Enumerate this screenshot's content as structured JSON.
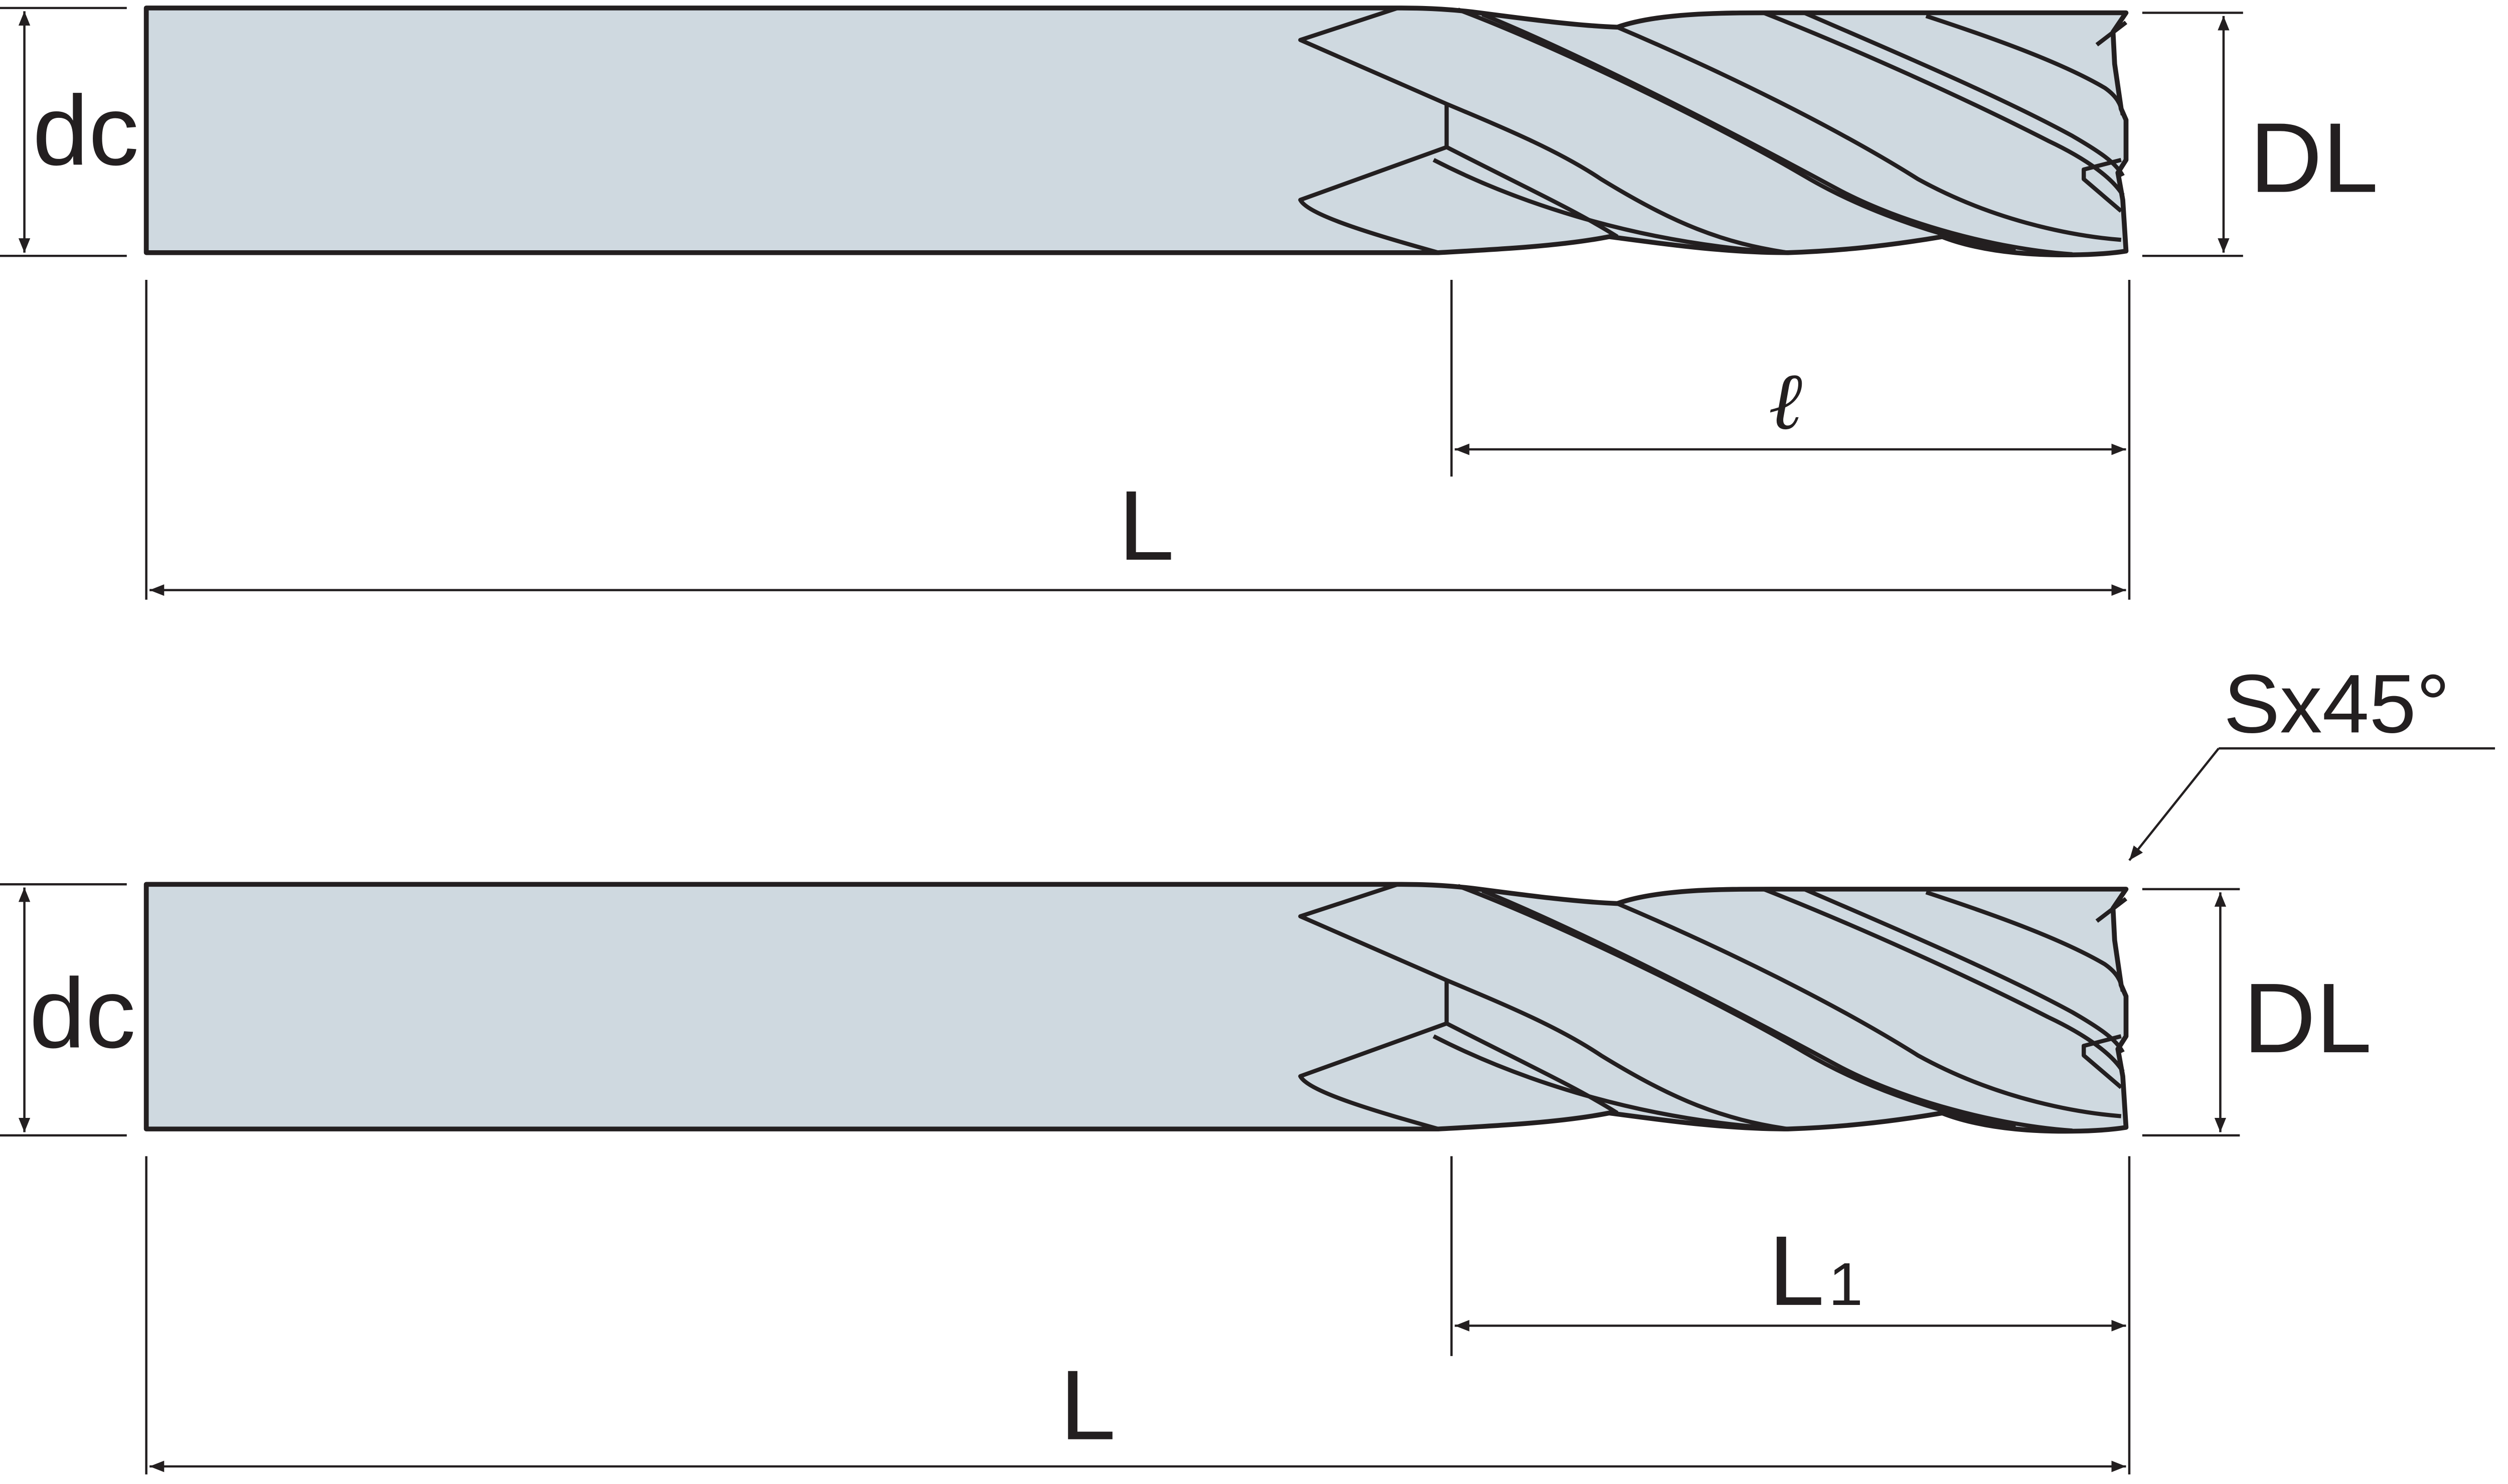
{
  "colors": {
    "tool_fill": "#cfd9e0",
    "line": "#231f20"
  },
  "top_drawing": {
    "shank_diameter_label": "dc",
    "cutting_diameter_label": "DL",
    "flute_length_label": "ℓ",
    "overall_length_label": "L"
  },
  "bottom_drawing": {
    "shank_diameter_label": "dc",
    "cutting_diameter_label": "DL",
    "flute_length_label": "L",
    "flute_length_subscript": "1",
    "overall_length_label": "L",
    "chamfer_label": "Sx45°"
  }
}
